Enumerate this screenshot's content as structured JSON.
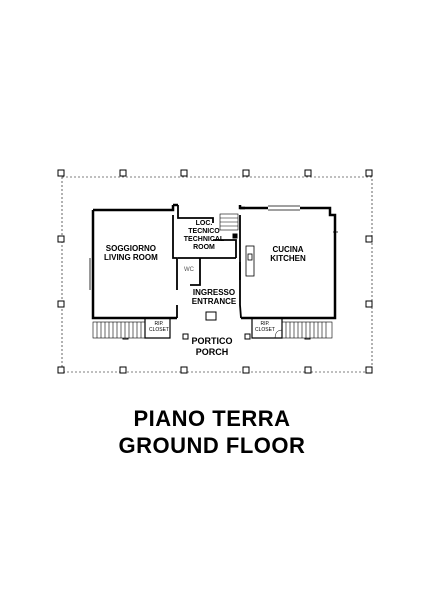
{
  "rooms": {
    "living": {
      "it": "SOGGIORNO",
      "en": "LIVING ROOM"
    },
    "technical": {
      "it1": "LOC.",
      "it2": "TECNICO",
      "en1": "TECHNICAL",
      "en2": "ROOM"
    },
    "kitchen": {
      "it": "CUCINA",
      "en": "KITCHEN"
    },
    "wc": "WC",
    "entrance": {
      "it": "INGRESSO",
      "en": "ENTRANCE"
    },
    "closet_left": {
      "it": "RIP.",
      "en": "CLOSET"
    },
    "closet_right": {
      "it": "RIP.",
      "en": "CLOSET"
    },
    "porch": {
      "it": "PORTICO",
      "en": "PORCH"
    }
  },
  "title": {
    "line1": "PIANO TERRA",
    "line2": "GROUND FLOOR"
  }
}
